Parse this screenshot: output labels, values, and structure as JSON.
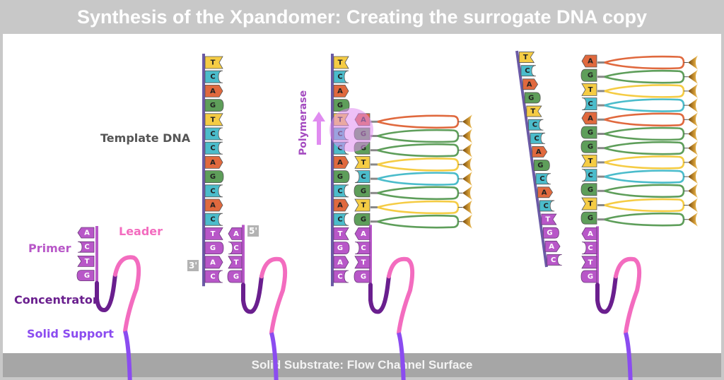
{
  "title": "Synthesis of the Xpandomer: Creating the surrogate DNA copy",
  "footer": "Solid Substrate: Flow Channel Surface",
  "labels": {
    "leader": "Leader",
    "primer": "Primer",
    "concentrator": "Concentrator",
    "solid_support": "Solid Support",
    "template_dna": "Template DNA",
    "five_prime": "5'",
    "three_prime": "3'",
    "polymerase": "Polymerase"
  },
  "colors": {
    "A": "#e0693e",
    "C": "#4bbccb",
    "G": "#5e9e5a",
    "T": "#f5cc44",
    "primer": "#b857c8",
    "leader": "#f36cbf",
    "concentrator": "#6a1f8e",
    "solid_support": "#8b4cf0",
    "backbone": "#6b5aa6",
    "substrate": "#a6a6a6",
    "polymerase": "#e08cf0"
  },
  "primer_sequence": [
    "A",
    "C",
    "T",
    "G"
  ],
  "template_sequence": [
    "T",
    "C",
    "A",
    "G",
    "T",
    "C",
    "C",
    "A",
    "G",
    "C",
    "A",
    "C"
  ],
  "template_primer_region": [
    "T",
    "G",
    "A",
    "C"
  ],
  "synthesized_sequence": [
    "A",
    "G",
    "T",
    "C",
    "A",
    "G",
    "G",
    "T",
    "C",
    "G",
    "T",
    "G"
  ],
  "stages": [
    {
      "name": "stage-primer-only",
      "description": "Primer attached to solid support"
    },
    {
      "name": "stage-template-hybridized",
      "description": "Template DNA annealed to primer"
    },
    {
      "name": "stage-polymerase-extension",
      "description": "Polymerase extending surrogate strand",
      "synthesized_count": 8
    },
    {
      "name": "stage-complete-copy",
      "description": "Complete surrogate copy",
      "synthesized_count": 12
    }
  ]
}
